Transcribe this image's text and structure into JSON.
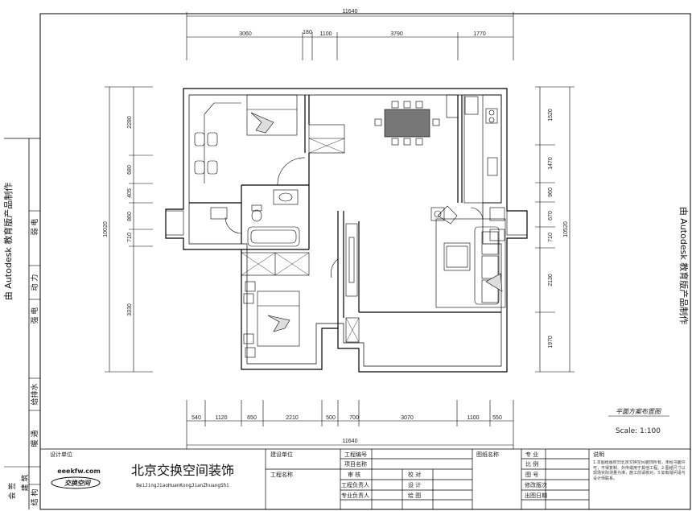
{
  "dimensions": {
    "top_total": "11640",
    "top_segments": [
      "3060",
      "180",
      "1100",
      "3790",
      "1770"
    ],
    "bottom_total": "11640",
    "bottom_segments": [
      "540",
      "1120",
      "650",
      "2210",
      "500",
      "700",
      "3070",
      "1100",
      "550"
    ],
    "left_total": "10020",
    "left_segments": [
      "2280",
      "680",
      "405",
      "860",
      "710",
      "3330"
    ],
    "right_total": "10520",
    "right_segments": [
      "1520",
      "1470",
      "960",
      "670",
      "710",
      "2130",
      "1970"
    ]
  },
  "watermark": {
    "left": "由 Autodesk 教育版产品制作",
    "right": "由 Autodesk 教育版产品制作"
  },
  "plan_title": "平面方案布置图",
  "scale": "Scale: 1:100",
  "left_strip": {
    "labels": [
      "弱 电",
      "动 力",
      "强 电",
      "给排水",
      "暖 通",
      "建 筑",
      "结 构",
      "会 签"
    ]
  },
  "title_block": {
    "design_unit_label": "设计单位",
    "company_name": "北京交换空间装饰",
    "company_pinyin": "BeiJingJiaoHuanKongJianZhuangShi",
    "logo_text": "eeekfw.com",
    "logo_subtext": "交换空间",
    "client_label": "建设单位",
    "project_name_label": "工程名称",
    "project_number_label": "工程编号",
    "item_name_label": "项目名称",
    "review_label": "审 核",
    "proofread_label": "校 对",
    "pm_label": "工程负责人",
    "design_label": "设 计",
    "specialty_lead_label": "专业负责人",
    "drawing_label": "绘 图",
    "drawing_name_label": "图纸名称",
    "specialty_label": "专 业",
    "ratio_label": "比 例",
    "number_label": "图 号",
    "revision_label": "修改版次",
    "date_label": "出图日期",
    "notes_label": "说明",
    "notes_text": "1.本图纸版权归北京交换空间装饰所有，未经书面许可，不得复制、外传或用于其他工程。2.图纸尺寸以现场实际测量为准，施工前请核对。3.如有疑问请与设计师联系。"
  }
}
